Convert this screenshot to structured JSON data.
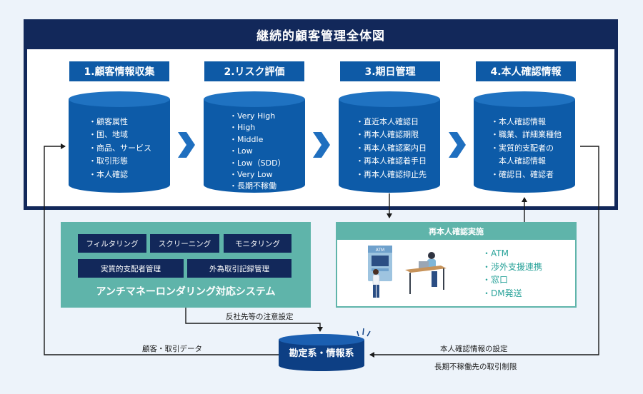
{
  "title": "継続的顧客管理全体図",
  "steps": [
    {
      "label": "1.顧客情報収集",
      "items": [
        "・顧客属性",
        "・国、地域",
        "・商品、サービス",
        "・取引形態",
        "・本人確認"
      ]
    },
    {
      "label": "2.リスク評価",
      "items": [
        "・Very High",
        "・High",
        "・Middle",
        "・Low",
        "・Low（SDD）",
        "・Very Low",
        "・長期不稼働"
      ]
    },
    {
      "label": "3.期日管理",
      "items": [
        "・直近本人確認日",
        "・再本人確認期限",
        "・再本人確認案内日",
        "・再本人確認着手日",
        "・再本人確認抑止先"
      ]
    },
    {
      "label": "4.本人確認情報",
      "items": [
        "・本人確認情報",
        "・職業、詳細業種他",
        "・実質的支配者の",
        "　本人確認情報",
        "・確認日、確認者"
      ]
    }
  ],
  "aml": {
    "buttons_row1": [
      "フィルタリング",
      "スクリーニング",
      "モニタリング"
    ],
    "buttons_row2": [
      "実質的支配者管理",
      "外為取引記録管理"
    ],
    "title": "アンチマネーロンダリング対応システム"
  },
  "reconfirmation": {
    "title": "再本人確認実施",
    "atm_text": "ATM",
    "channels": [
      "・ATM",
      "・渉外支援連携",
      "・窓口",
      "・DM発送"
    ]
  },
  "labels": {
    "antisocial": "反社先等の注意設定",
    "customer_data": "顧客・取引データ",
    "identity_setting": "本人確認情報の設定",
    "dormant_restriction": "長期不稼働先の取引制限"
  },
  "accounting_system": "勘定系・情報系",
  "colors": {
    "navy": "#12285a",
    "blue": "#0d5ba8",
    "teal": "#5fb4aa",
    "teal_text": "#2aa39a",
    "background": "#edf3fa"
  }
}
